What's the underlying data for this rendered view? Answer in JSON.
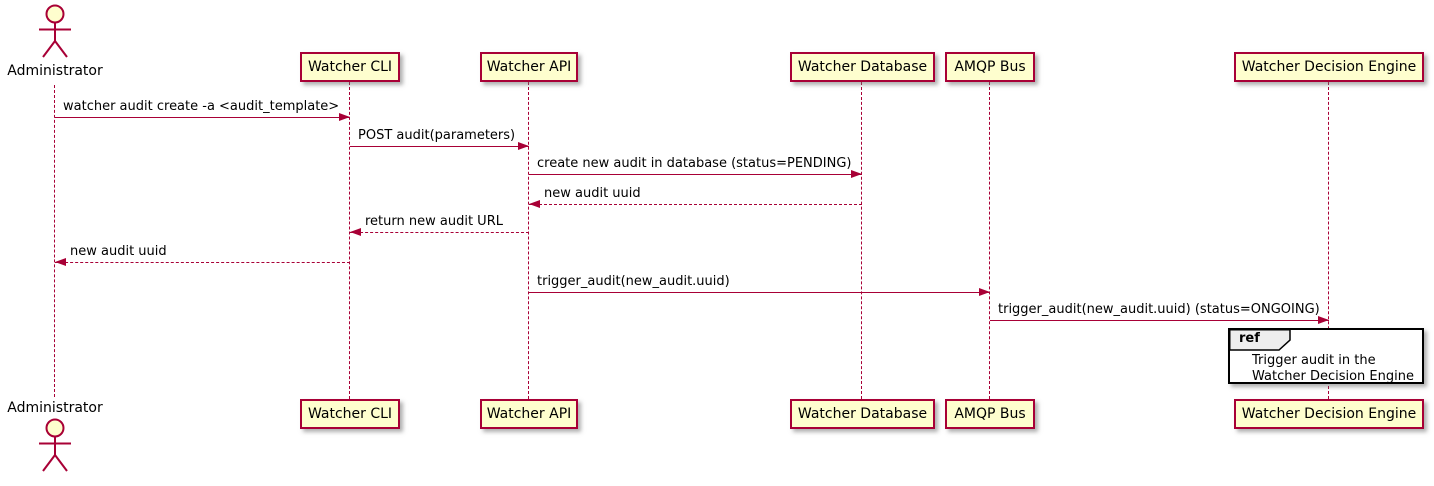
{
  "diagram": {
    "type": "sequence-diagram",
    "actor": {
      "name": "Administrator"
    },
    "participants": [
      {
        "label": "Watcher CLI"
      },
      {
        "label": "Watcher API"
      },
      {
        "label": "Watcher Database"
      },
      {
        "label": "AMQP Bus"
      },
      {
        "label": "Watcher Decision Engine"
      }
    ],
    "messages": [
      {
        "from": "Administrator",
        "to": "Watcher CLI",
        "label": "watcher audit create -a <audit_template>",
        "line": "solid",
        "direction": "right"
      },
      {
        "from": "Watcher CLI",
        "to": "Watcher API",
        "label": "POST audit(parameters)",
        "line": "solid",
        "direction": "right"
      },
      {
        "from": "Watcher API",
        "to": "Watcher Database",
        "label": "create new audit in database (status=PENDING)",
        "line": "solid",
        "direction": "right"
      },
      {
        "from": "Watcher Database",
        "to": "Watcher API",
        "label": "new audit uuid",
        "line": "dashed",
        "direction": "left"
      },
      {
        "from": "Watcher API",
        "to": "Watcher CLI",
        "label": "return new audit URL",
        "line": "dashed",
        "direction": "left"
      },
      {
        "from": "Watcher CLI",
        "to": "Administrator",
        "label": "new audit uuid",
        "line": "dashed",
        "direction": "left"
      },
      {
        "from": "Watcher API",
        "to": "AMQP Bus",
        "label": "trigger_audit(new_audit.uuid)",
        "line": "solid",
        "direction": "right"
      },
      {
        "from": "AMQP Bus",
        "to": "Watcher Decision Engine",
        "label": "trigger_audit(new_audit.uuid) (status=ONGOING)",
        "line": "solid",
        "direction": "right"
      }
    ],
    "ref": {
      "keyword": "ref",
      "lines": [
        "Trigger audit in the",
        "Watcher Decision Engine"
      ]
    },
    "colors": {
      "participant_fill": "#FEFECE",
      "participant_border": "#A80036",
      "arrow": "#A80036",
      "lifeline": "#A80036",
      "text": "#000000",
      "ref_fill": "#FFFFFF",
      "ref_border": "#000000",
      "ref_tab_fill": "#EEEEEE"
    }
  }
}
